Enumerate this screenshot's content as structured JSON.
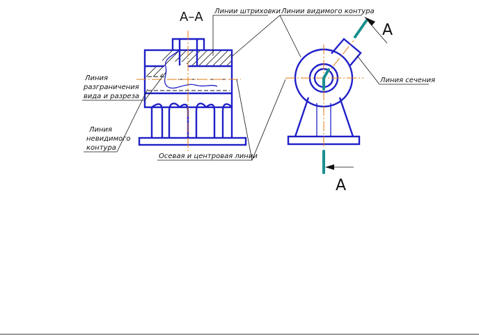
{
  "section_title": "А–А",
  "section_marks": {
    "top": "А",
    "bottom": "А"
  },
  "labels": {
    "hatch_lines": "Линии штриховки",
    "visible_contour": "Линии видимого контура",
    "section_line": "Линия сечения",
    "view_section_boundary": [
      "Линия",
      "разграничения",
      "вида и разреза"
    ],
    "hidden_contour": [
      "Линия",
      "невидимого",
      "контура"
    ],
    "axis_center_lines": "Осевая и центровая линии"
  },
  "colors": {
    "visible_contour": "#1f1fc8",
    "axis_line": "#e07a10",
    "section_line": "#1a8f8f",
    "annotation": "#111111"
  }
}
